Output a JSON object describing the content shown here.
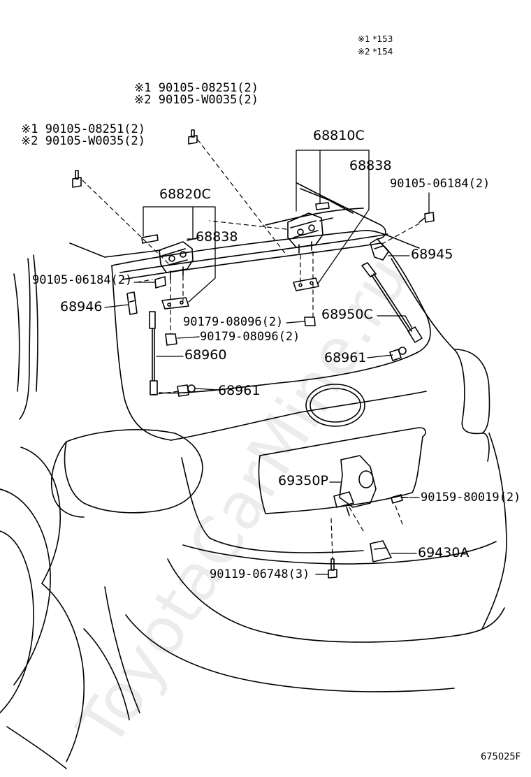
{
  "legend": {
    "note1": "※1 *153",
    "note2": "※2 *154"
  },
  "labels": {
    "bolt_a1": "※1 90105-08251(2)",
    "bolt_a2": "※2 90105-W0035(2)",
    "bolt_b1": "※1 90105-08251(2)",
    "bolt_b2": "※2 90105-W0035(2)",
    "hinge_right": "68810C",
    "hinge_right_sub": "68838",
    "bolt_right": "90105-06184(2)",
    "hinge_left": "68820C",
    "hinge_left_sub": "68838",
    "bracket_right": "68945",
    "bolt_left": "90105-06184(2)",
    "bracket_left": "68946",
    "nut_1": "90179-08096(2)",
    "damper_right": "68950C",
    "nut_2": "90179-08096(2)",
    "damper_left": "68960",
    "ball_right": "68961",
    "ball_left": "68961",
    "lock": "69350P",
    "screw": "90159-80019(2)",
    "striker": "69430A",
    "bolt_lock": "90119-06748(3)"
  },
  "diagram_id": "675025F",
  "watermark": "ToyotaCarMine.ru"
}
